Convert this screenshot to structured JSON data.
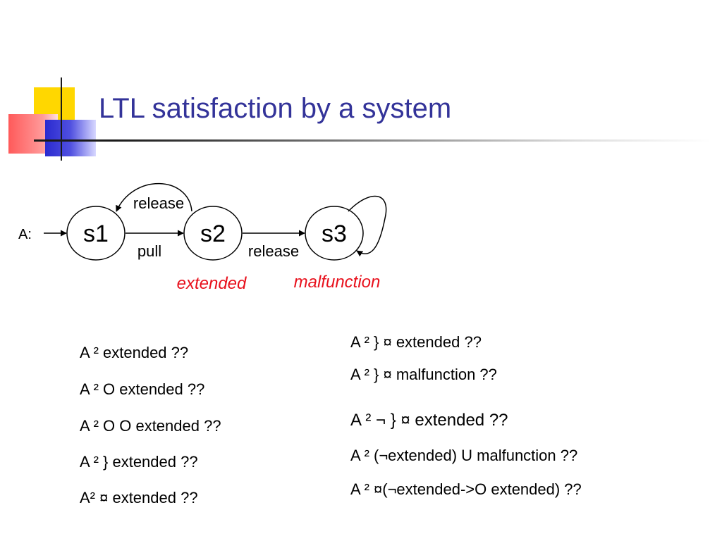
{
  "title": "LTL satisfaction by a system",
  "diagram": {
    "automaton_label": "A:",
    "states": [
      "s1",
      "s2",
      "s3"
    ],
    "edges": {
      "s1_to_s2": "pull",
      "s2_to_s1": "release",
      "s2_to_s3": "release"
    },
    "props": {
      "s2": "extended",
      "s3": "malfunction"
    }
  },
  "questions_left": [
    "A ² extended  ??",
    "A ² O extended ??",
    "A ² O O extended ??",
    "A ² } extended ??",
    "A² ¤ extended ??"
  ],
  "questions_right": [
    "A ² } ¤ extended ??",
    "A ² } ¤ malfunction ??",
    "A ² ¬ } ¤ extended ??",
    "A ² (¬extended) U malfunction ??",
    "A ² ¤(¬extended->O extended) ??"
  ],
  "colors": {
    "title": "#333399",
    "prop": "#e8101c",
    "yellow": "#ffd700",
    "red": "#ff5a5a",
    "blue": "#2a2acf"
  }
}
